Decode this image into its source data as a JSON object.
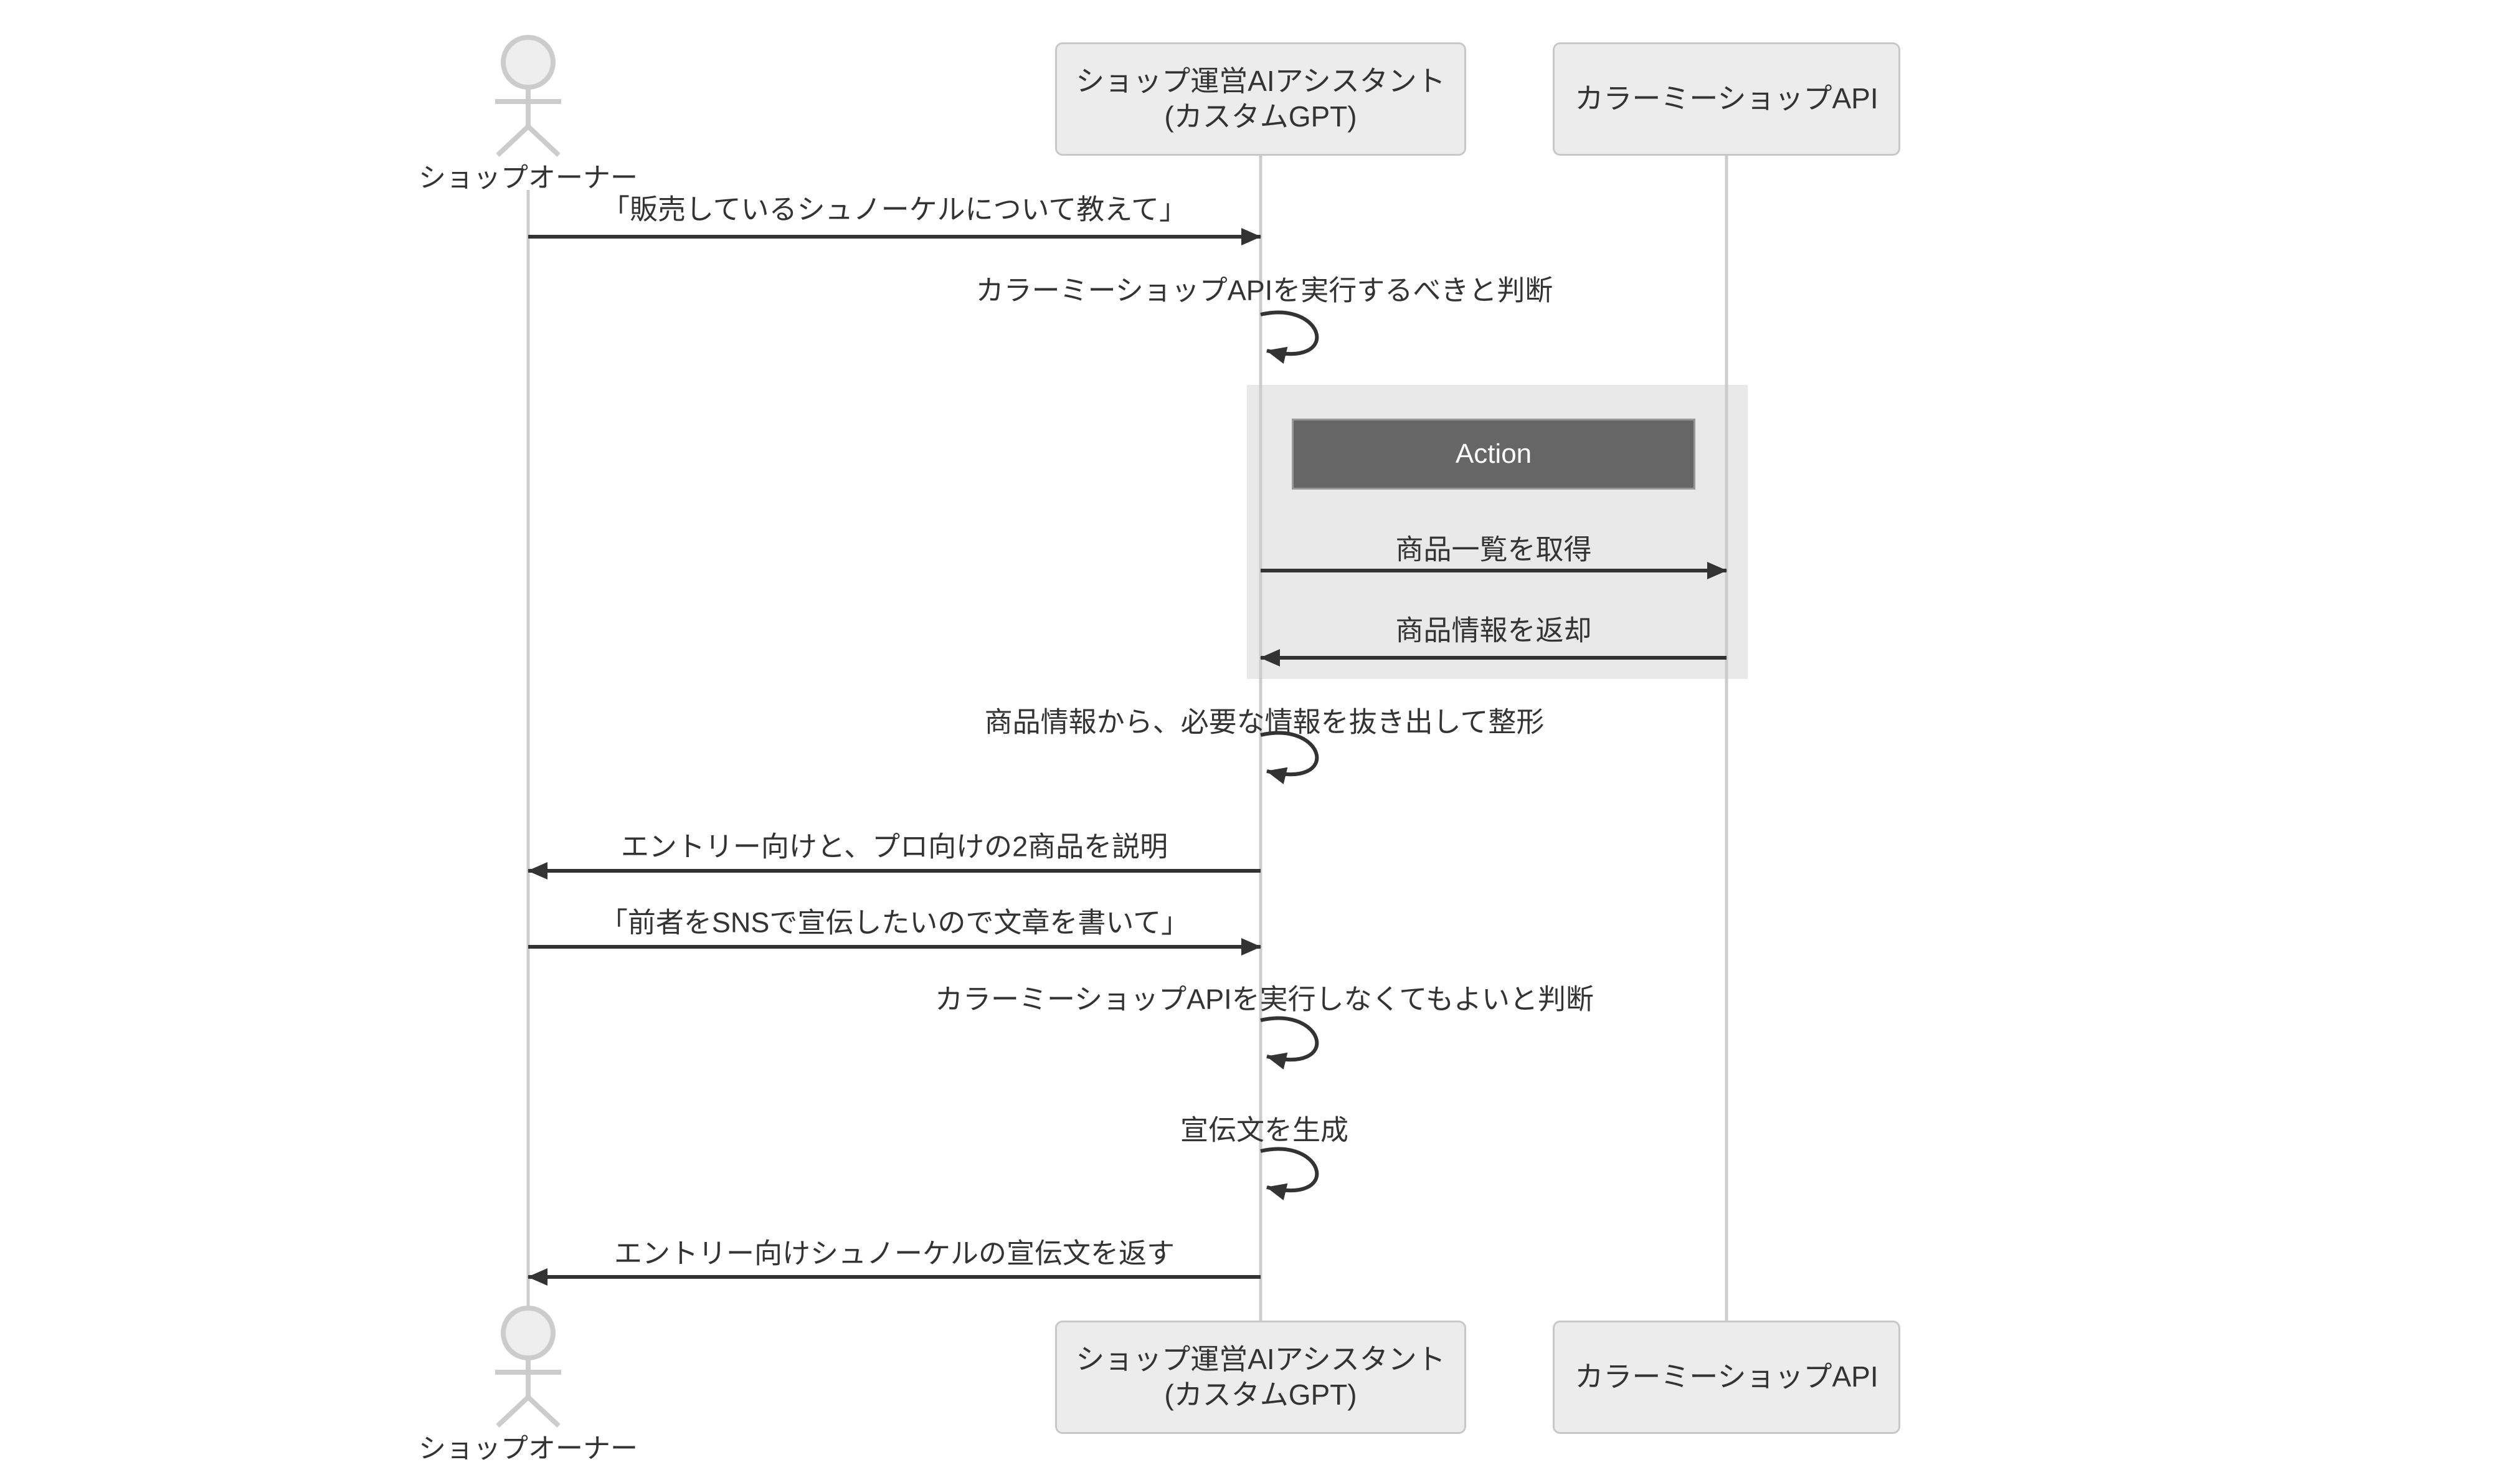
{
  "diagram_type": "sequence-diagram",
  "colors": {
    "background": "#ffffff",
    "participant_fill": "#ececec",
    "participant_border": "#c8c8c8",
    "action_rect_fill": "#e9e9e9",
    "action_label_fill": "#666666",
    "action_label_border": "#999999",
    "action_label_text": "#ffffff",
    "arrow": "#333333",
    "text": "#333333",
    "lifeline": "#cccccc",
    "actor_stroke": "#cccccc",
    "actor_head_fill": "#eeeeee"
  },
  "actor": {
    "label": "ショップオーナー"
  },
  "participants": {
    "assistant": {
      "line1": "ショップ運営AIアシスタント",
      "line2": "(カスタムGPT)"
    },
    "api": {
      "label": "カラーミーショップAPI"
    }
  },
  "action_box": {
    "label": "Action"
  },
  "messages": [
    {
      "text": "「販売しているシュノーケルについて教えて」",
      "from": "shop-owner",
      "to": "assistant",
      "style": "solid-arrow"
    },
    {
      "text": "カラーミーショップAPIを実行するべきと判断",
      "from": "assistant",
      "to": "assistant",
      "style": "self-loop"
    },
    {
      "text": "商品一覧を取得",
      "from": "assistant",
      "to": "api",
      "style": "solid-arrow"
    },
    {
      "text": "商品情報を返却",
      "from": "api",
      "to": "assistant",
      "style": "solid-arrow"
    },
    {
      "text": "商品情報から、必要な情報を抜き出して整形",
      "from": "assistant",
      "to": "assistant",
      "style": "self-loop"
    },
    {
      "text": "エントリー向けと、プロ向けの2商品を説明",
      "from": "assistant",
      "to": "shop-owner",
      "style": "solid-arrow"
    },
    {
      "text": "「前者をSNSで宣伝したいので文章を書いて」",
      "from": "shop-owner",
      "to": "assistant",
      "style": "solid-arrow"
    },
    {
      "text": "カラーミーショップAPIを実行しなくてもよいと判断",
      "from": "assistant",
      "to": "assistant",
      "style": "self-loop"
    },
    {
      "text": "宣伝文を生成",
      "from": "assistant",
      "to": "assistant",
      "style": "self-loop"
    },
    {
      "text": "エントリー向けシュノーケルの宣伝文を返す",
      "from": "assistant",
      "to": "shop-owner",
      "style": "solid-arrow"
    }
  ]
}
